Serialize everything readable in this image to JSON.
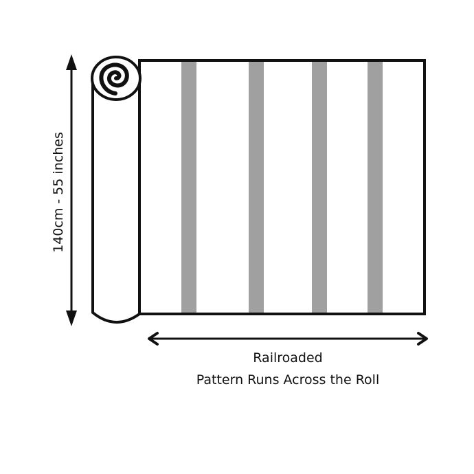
{
  "diagram": {
    "roll_height_label": "140cm - 55 inches",
    "caption_line_1": "Railroaded",
    "caption_line_2": "Pattern Runs Across the Roll",
    "stripe_count": 4,
    "colors": {
      "outline": "#111111",
      "stripe": "#a0a0a0",
      "fabric": "#ffffff"
    }
  }
}
